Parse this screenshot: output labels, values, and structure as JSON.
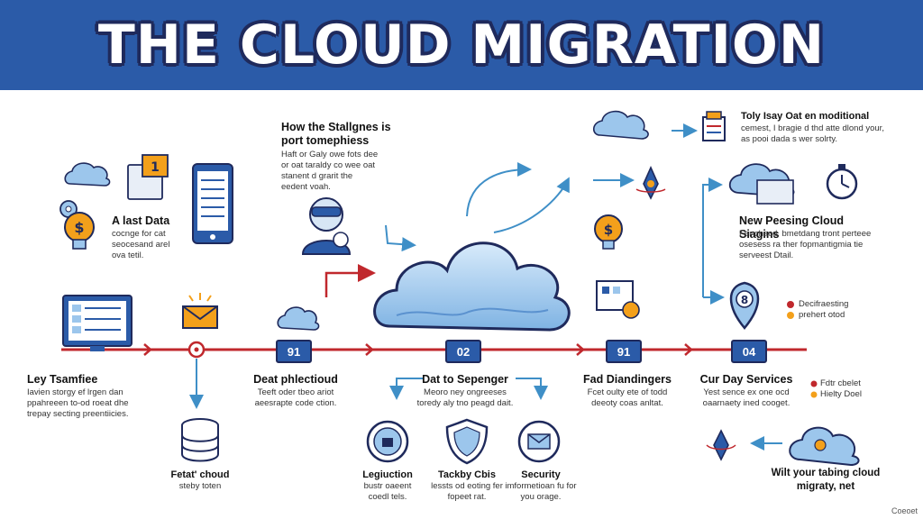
{
  "title": "THE CLOUD MIGRATION",
  "stages": [
    {
      "label": "91"
    },
    {
      "label": "02"
    },
    {
      "label": "91"
    },
    {
      "label": "04"
    }
  ],
  "blocks": {
    "top_center": {
      "heading": "How the Stallgnes is port tomephiess",
      "body": "Haft or Galy owe fots dee or oat taraldy co wee oat stanent d grarit the eedent voah."
    },
    "top_left": {
      "heading": "A last Data",
      "body": "cocnge for cat seocesand arel ova tetil."
    },
    "top_right": {
      "heading": "Toly Isay Oat en moditional",
      "body": "cemest, I bragie d thd atte dlond your, as pooi dada s wer solrty."
    },
    "mid_right": {
      "heading": "New Peesing Cloud Siagins",
      "body": "Fer chacd. bmetdang tront perteee osesess ra ther fopmantigmia tie serveest Dtail."
    },
    "legend_right": {
      "items": [
        "Decifraesting",
        "prehert otod"
      ]
    },
    "stage_left": {
      "heading": "Ley Tsamfiee",
      "body": "Iavien storgy ef lrgen dan ppahreeen to-od roeat dhe trepay secting preentiicies."
    },
    "stage_1": {
      "heading": "Deat phlectioud",
      "body": "Teeft oder tbeo ariot aeesrapte code ction."
    },
    "stage_2": {
      "heading": "Dat to Sepenger",
      "body": "Meoro ney ongreeses toredy aly tno peagd dait."
    },
    "stage_3": {
      "heading": "Fad Diandingers",
      "body": "Fcet oulty ete of todd deeoty coas anltat."
    },
    "stage_4": {
      "heading": "Cur Day Services",
      "body": "Yest sence ex one ocd oaarnaety ined cooget."
    },
    "stage_4_side": {
      "items": [
        "Fdtr cbelet",
        "Hielty Doel"
      ]
    },
    "bottom_left": {
      "heading": "Fetat' choud",
      "body": "steby toten"
    },
    "bottom_1": {
      "heading": "Legiuction",
      "body": "bustr oaeent coedl tels."
    },
    "bottom_2": {
      "heading": "Tackby Cbis",
      "body": "lessts od eoting fer fopeet rat."
    },
    "bottom_3": {
      "heading": "Security",
      "body": "imformetioan fu for you orage."
    },
    "bottom_right": {
      "heading": "Wilt your tabing cloud migraty, net",
      "body": ""
    },
    "corner": {
      "text": "Coeoet"
    }
  },
  "colors": {
    "banner": "#2b5ba8",
    "timeline": "#c0282d",
    "cloud": "#9cc6ec",
    "arrow_blue": "#3f8fc7",
    "gold": "#f3a01b"
  }
}
